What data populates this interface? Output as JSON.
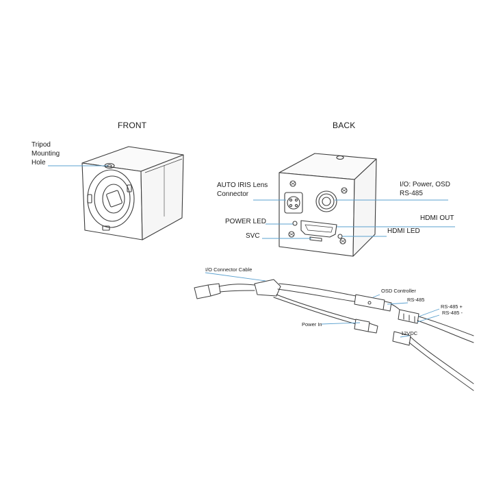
{
  "front": {
    "heading": "FRONT",
    "tripod_label": [
      "Tripod",
      "Mounting",
      "Hole"
    ]
  },
  "back": {
    "heading": "BACK",
    "auto_iris_label": [
      "AUTO IRIS Lens",
      "Connector"
    ],
    "io_label": [
      "I/O: Power, OSD",
      "RS-485"
    ],
    "power_led_label": "POWER LED",
    "hdmi_out_label": "HDMI OUT",
    "svc_label": "SVC",
    "hdmi_led_label": "HDMI LED"
  },
  "cable": {
    "io_connector_label": "I/O Connector Cable",
    "osd_controller_label": "OSD Controller",
    "rs485_label": "RS-485",
    "rs485_plus_label": "RS-485 +",
    "rs485_minus_label": "RS-485 -",
    "power_in_label": "Power In",
    "vdc_label": "12VDC"
  },
  "colors": {
    "line": "#3a3a3a",
    "leader": "#5aa0cf"
  }
}
